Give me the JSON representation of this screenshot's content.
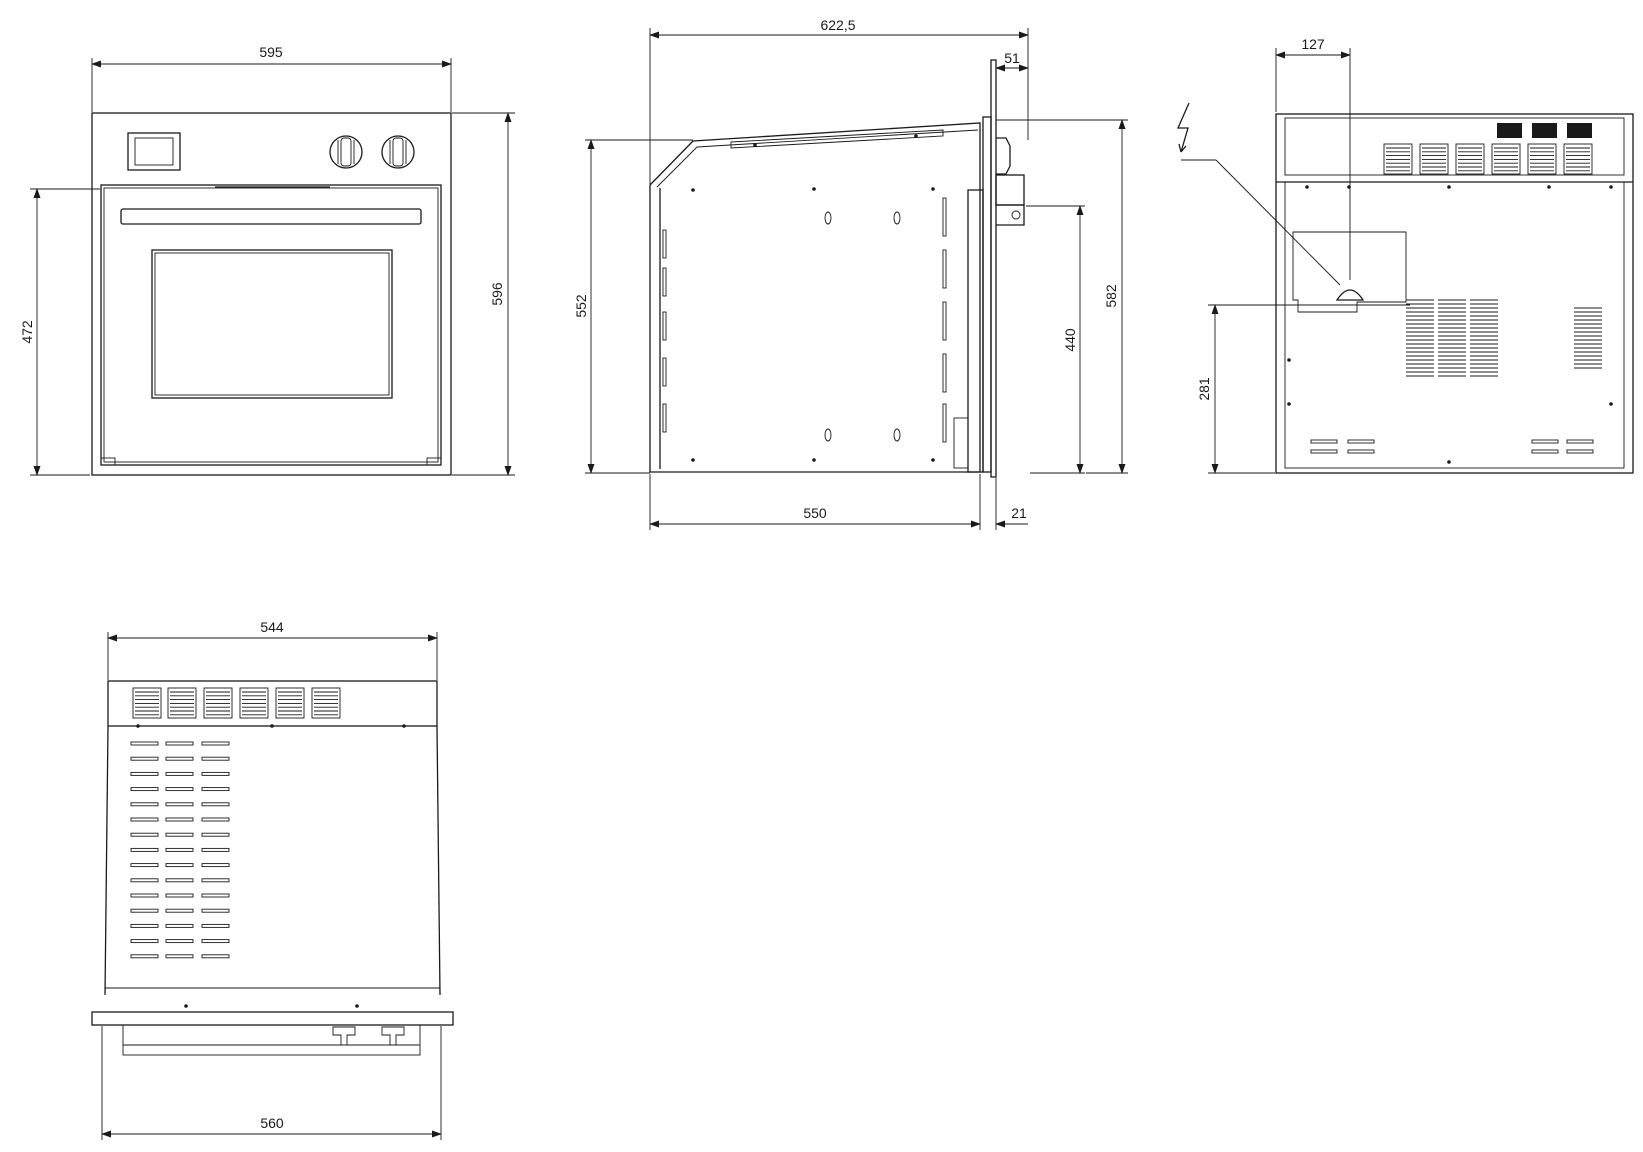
{
  "views": {
    "front": {
      "dim_width": "595",
      "dim_height": "596",
      "dim_door_height": "472"
    },
    "side": {
      "dim_total_depth": "622,5",
      "dim_frame_depth": "51",
      "dim_body_height": "552",
      "dim_niche_height": "440",
      "dim_front_height": "582",
      "dim_body_depth": "550",
      "dim_front_thickness": "21"
    },
    "back": {
      "dim_cable_offset": "127",
      "dim_cable_height": "281"
    },
    "top": {
      "dim_body_width": "544",
      "dim_frame_width": "560"
    }
  }
}
